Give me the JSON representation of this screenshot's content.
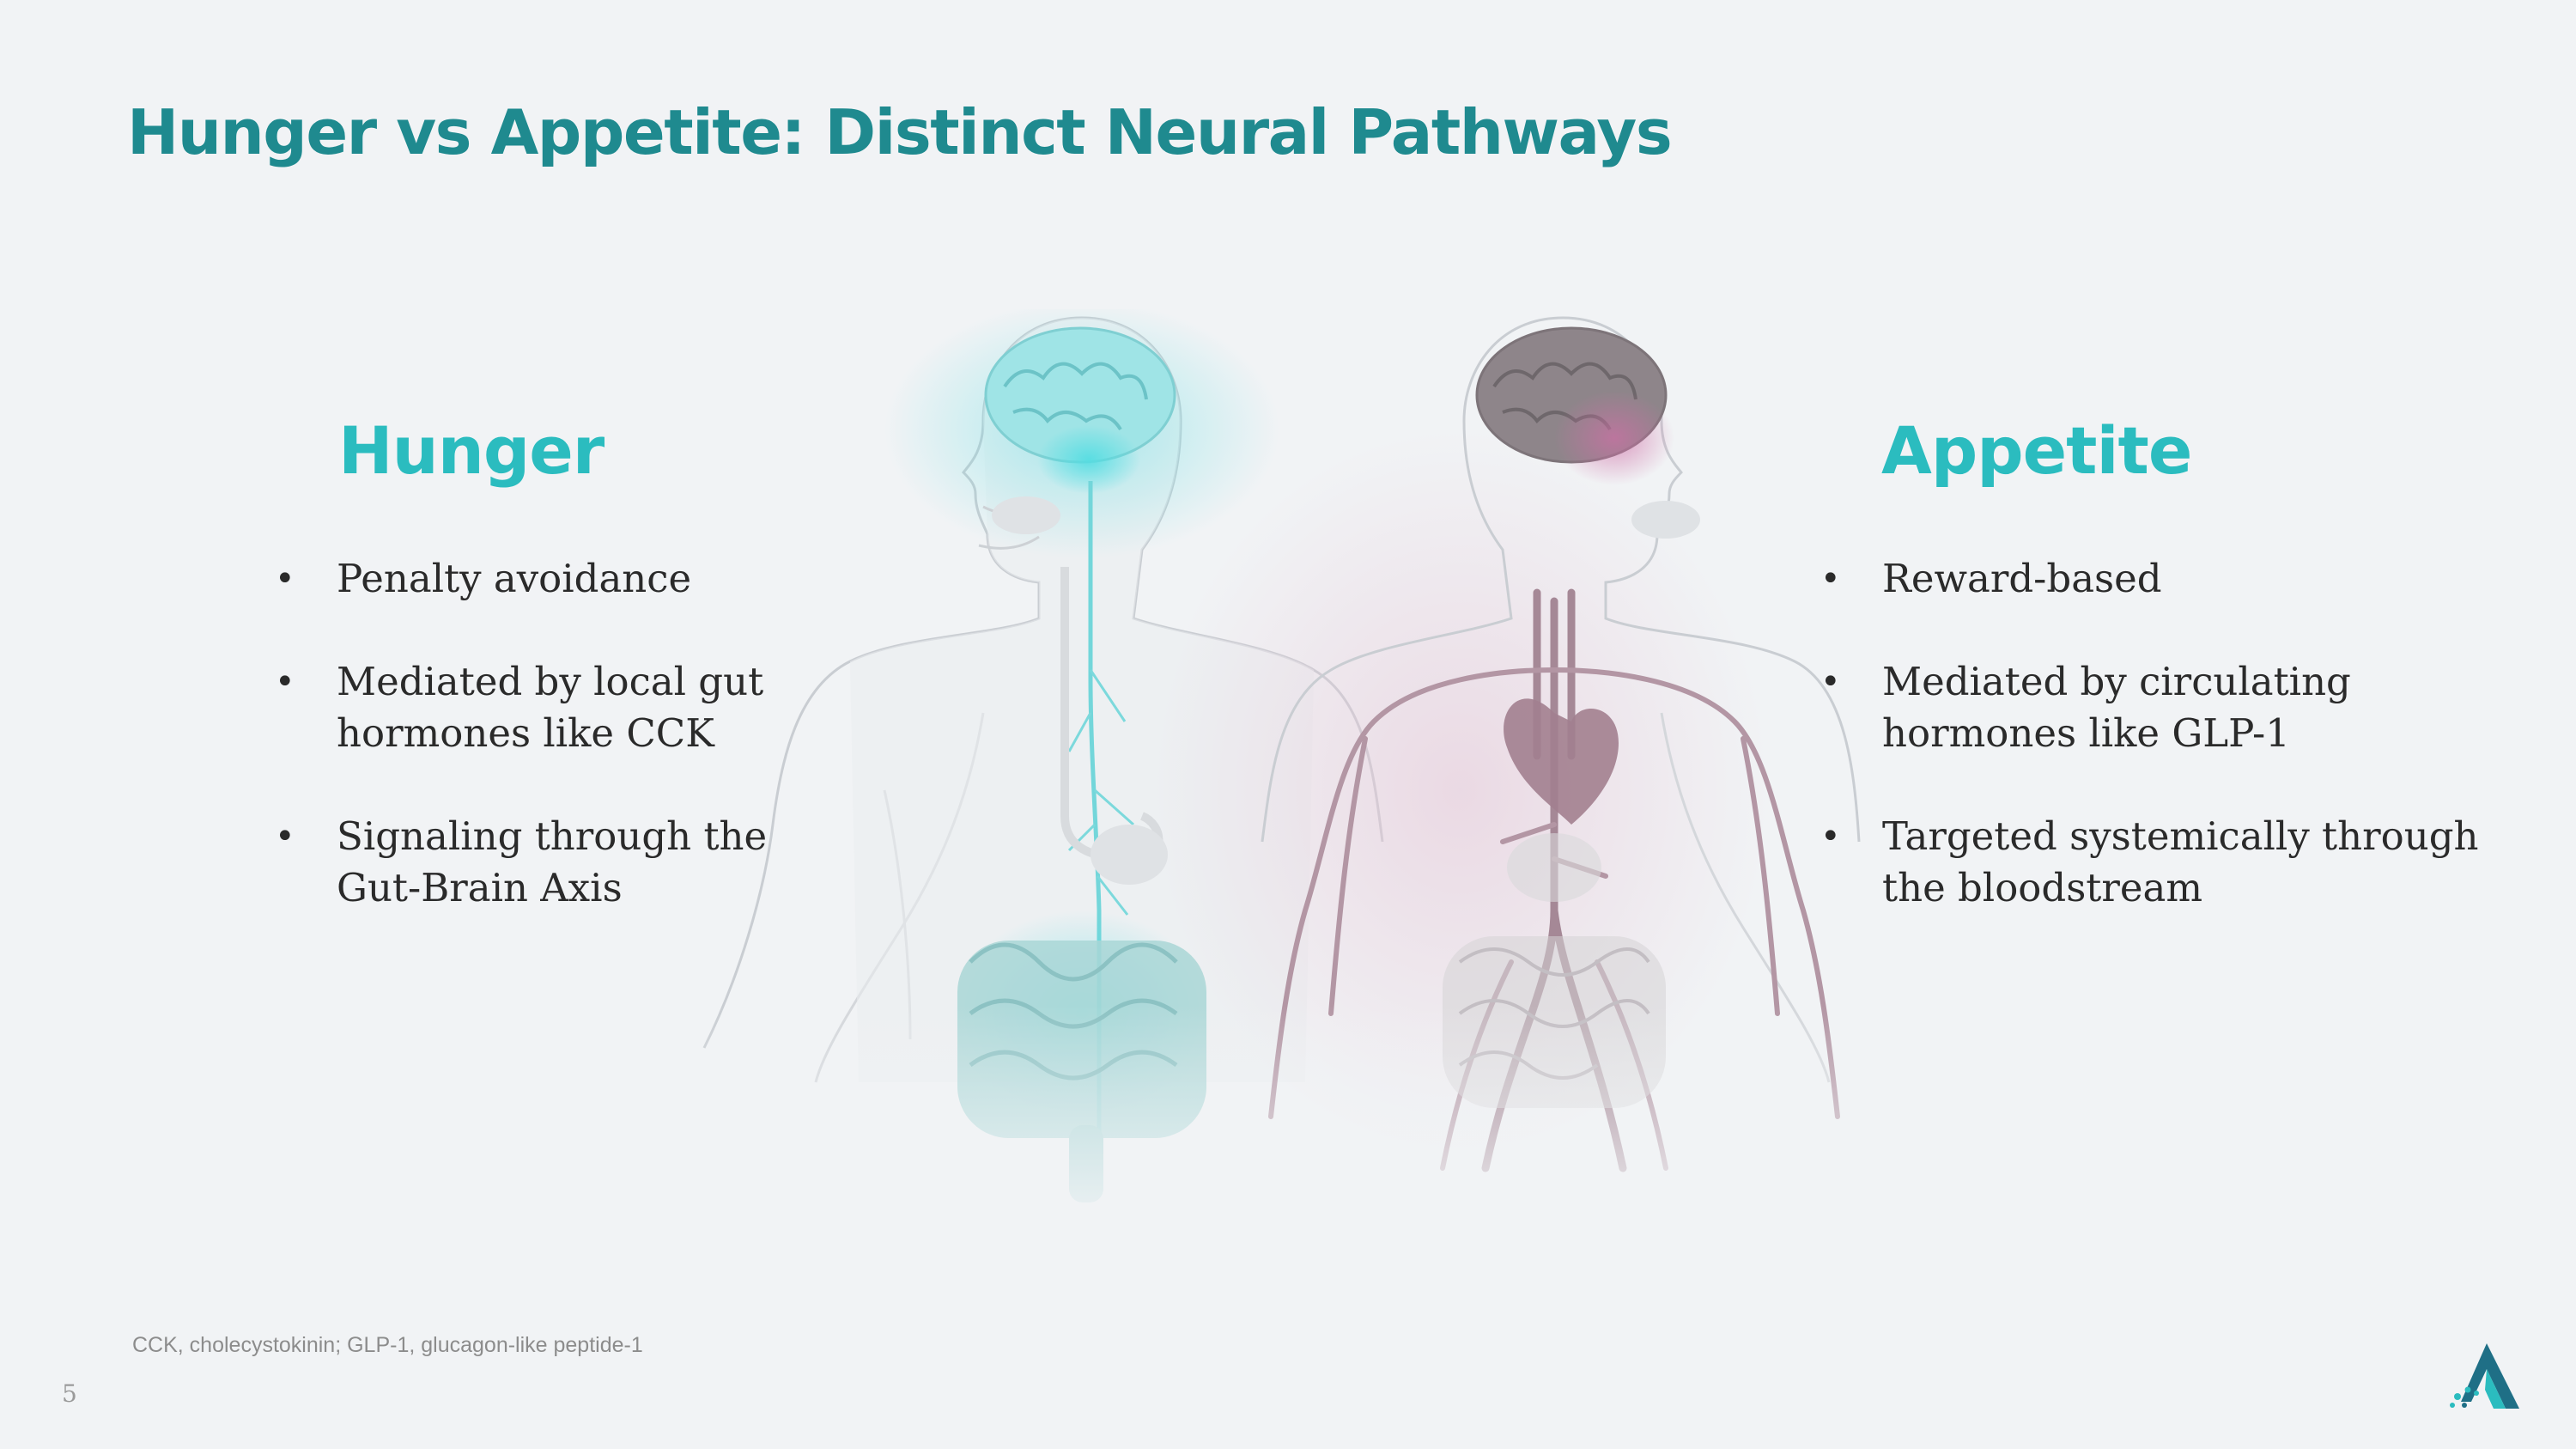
{
  "slide": {
    "title": "Hunger vs Appetite: Distinct Neural Pathways",
    "page_number": "5",
    "footnote": "CCK, cholecystokinin; GLP-1, glucagon-like peptide-1"
  },
  "colors": {
    "title": "#1f8a8f",
    "accent": "#2bbcbf",
    "hunger_glow": "#52dde2",
    "appetite_glow": "#cf6fa6",
    "vessel": "#a58896",
    "background": "#f1f3f5"
  },
  "hunger": {
    "heading": "Hunger",
    "bullets": [
      {
        "lines": [
          "Penalty avoidance"
        ]
      },
      {
        "lines": [
          "Mediated by local gut",
          "hormones like CCK"
        ]
      },
      {
        "lines": [
          "Signaling through the",
          "Gut-Brain Axis"
        ]
      }
    ]
  },
  "appetite": {
    "heading": "Appetite",
    "bullets": [
      {
        "lines": [
          "Reward-based"
        ]
      },
      {
        "lines": [
          "Mediated by circulating",
          "hormones like GLP-1"
        ]
      },
      {
        "lines": [
          "Targeted systemically through",
          "the bloodstream"
        ]
      }
    ]
  },
  "illustration": {
    "left_figure_icon": "gut-brain-nervous-system-figure",
    "right_figure_icon": "circulatory-system-figure",
    "logo_icon": "company-logo"
  }
}
